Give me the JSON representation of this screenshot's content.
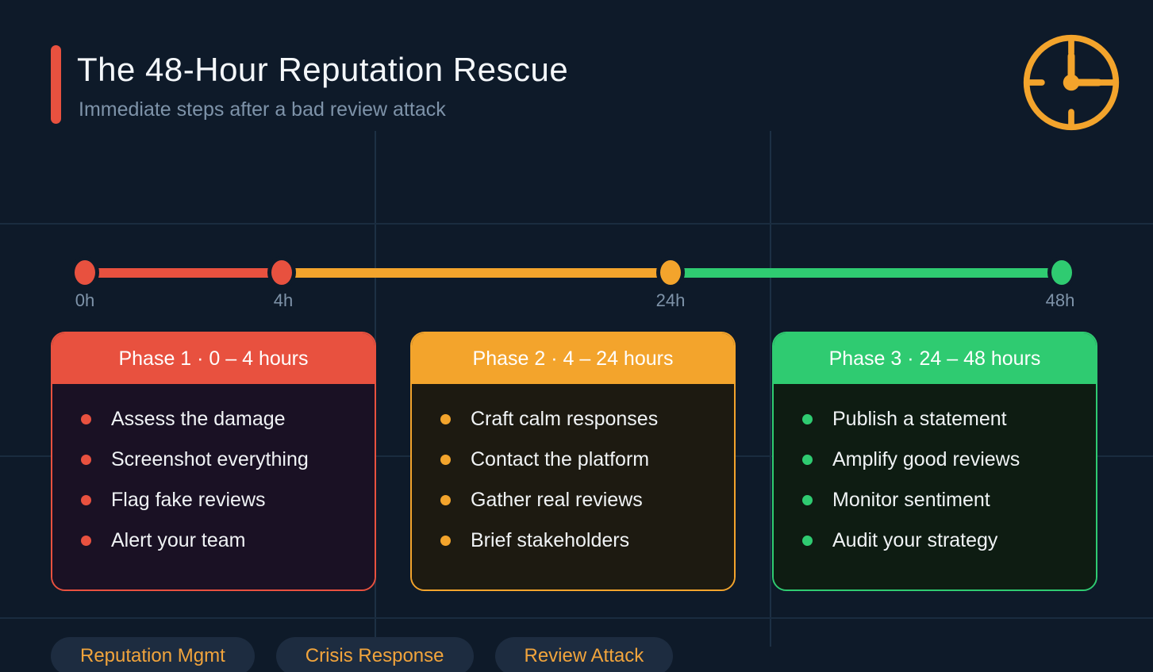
{
  "header": {
    "title": "The 48-Hour Reputation Rescue",
    "subtitle": "Immediate steps after a bad review attack",
    "icon": "clock-icon"
  },
  "colors": {
    "background": "#0e1a29",
    "grid_line": "#1d3044",
    "red": "#e8513f",
    "orange": "#f3a42c",
    "green": "#2fcb71",
    "muted_text": "#7e93a9",
    "card_body_red": "#1a1124",
    "card_body_orange": "#1d1a11",
    "card_body_green": "#0e1c12",
    "tag_bg": "#1d2c40",
    "tag_text": "#f1a43c"
  },
  "timeline": {
    "ticks": [
      {
        "label": "0h",
        "color": "#e8513f"
      },
      {
        "label": "4h",
        "color": "#e8513f"
      },
      {
        "label": "24h",
        "color": "#f3a42c"
      },
      {
        "label": "48h",
        "color": "#2fcb71"
      }
    ],
    "segments": [
      {
        "from": "0h",
        "to": "4h",
        "color": "#e8513f"
      },
      {
        "from": "4h",
        "to": "24h",
        "color": "#f3a42c"
      },
      {
        "from": "24h",
        "to": "48h",
        "color": "#2fcb71"
      }
    ]
  },
  "phases": [
    {
      "title": "Phase 1 · 0 – 4 hours",
      "accent": "#e8513f",
      "items": [
        "Assess the damage",
        "Screenshot everything",
        "Flag fake reviews",
        "Alert your team"
      ]
    },
    {
      "title": "Phase 2 · 4 – 24 hours",
      "accent": "#f3a42c",
      "items": [
        "Craft calm responses",
        "Contact the platform",
        "Gather real reviews",
        "Brief stakeholders"
      ]
    },
    {
      "title": "Phase 3 · 24 – 48 hours",
      "accent": "#2fcb71",
      "items": [
        "Publish a statement",
        "Amplify good reviews",
        "Monitor sentiment",
        "Audit your strategy"
      ]
    }
  ],
  "tags": [
    {
      "label": "Reputation Mgmt"
    },
    {
      "label": "Crisis Response"
    },
    {
      "label": "Review Attack"
    }
  ]
}
